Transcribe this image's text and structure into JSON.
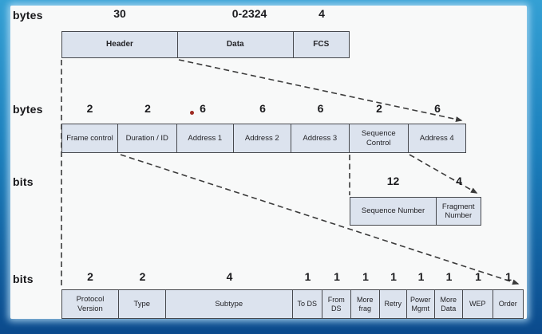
{
  "title": "IEEE 802.11 MAC frame format diagram",
  "colors": {
    "frame_background_top": "#34a0d4",
    "frame_background_bottom": "#0b4a8c",
    "panel_background": "#f8f9f9",
    "cell_fill": "#dce3ee",
    "cell_border": "#47494e",
    "connector_line": "#3b3b3b",
    "pointer_dot": "#9e2b23"
  },
  "rows": [
    {
      "unit": "bytes",
      "fields": [
        {
          "label": "Header",
          "size": "30"
        },
        {
          "label": "Data",
          "size": "0-2324"
        },
        {
          "label": "FCS",
          "size": "4"
        }
      ]
    },
    {
      "unit": "bytes",
      "fields": [
        {
          "label": "Frame control",
          "size": "2"
        },
        {
          "label": "Duration / ID",
          "size": "2"
        },
        {
          "label": "Address 1",
          "size": "6"
        },
        {
          "label": "Address 2",
          "size": "6"
        },
        {
          "label": "Address 3",
          "size": "6"
        },
        {
          "label": "Sequence Control",
          "size": "2"
        },
        {
          "label": "Address 4",
          "size": "6"
        }
      ]
    },
    {
      "unit": "bits",
      "fields": [
        {
          "label": "Sequence Number",
          "size": "12"
        },
        {
          "label": "Fragment Number",
          "size": "4"
        }
      ]
    },
    {
      "unit": "bits",
      "fields": [
        {
          "label": "Protocol Version",
          "size": "2"
        },
        {
          "label": "Type",
          "size": "2"
        },
        {
          "label": "Subtype",
          "size": "4"
        },
        {
          "label": "To DS",
          "size": "1"
        },
        {
          "label": "From DS",
          "size": "1"
        },
        {
          "label": "More frag",
          "size": "1"
        },
        {
          "label": "Retry",
          "size": "1"
        },
        {
          "label": "Power Mgmt",
          "size": "1"
        },
        {
          "label": "More Data",
          "size": "1"
        },
        {
          "label": "WEP",
          "size": "1"
        },
        {
          "label": "Order",
          "size": "1"
        }
      ]
    }
  ]
}
